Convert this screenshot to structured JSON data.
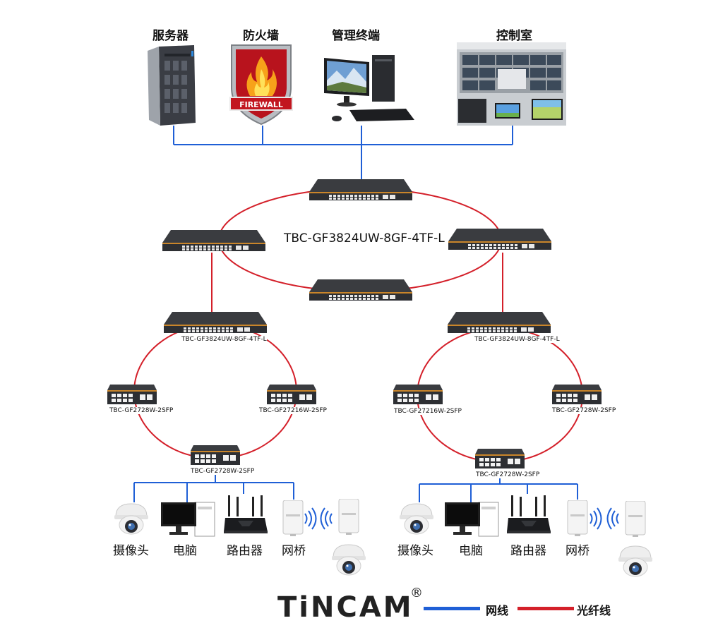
{
  "top_labels": {
    "server": "服务器",
    "firewall": "防火墙",
    "terminal": "管理终端",
    "control_room": "控制室"
  },
  "firewall_badge": "FIREWALL",
  "core_ring_label": "TBC-GF3824UW-8GF-4TF-L",
  "distribution": {
    "left": "TBC-GF3824UW-8GF-4TF-L",
    "right": "TBC-GF3824UW-8GF-4TF-L"
  },
  "access_left": {
    "sw_left": "TBC-GF2728W-2SFP",
    "sw_right": "TBC-GF27216W-2SFP",
    "sw_bottom": "TBC-GF2728W-2SFP"
  },
  "access_right": {
    "sw_left": "TBC-GF27216W-2SFP",
    "sw_right": "TBC-GF2728W-2SFP",
    "sw_bottom": "TBC-GF2728W-2SFP"
  },
  "endpoints_left": {
    "camera": "摄像头",
    "pc": "电脑",
    "router": "路由器",
    "bridge": "网桥"
  },
  "endpoints_right": {
    "camera": "摄像头",
    "pc": "电脑",
    "router": "路由器",
    "bridge": "网桥"
  },
  "logo": {
    "text": "TiNCAM",
    "mark": "®"
  },
  "legend": {
    "ethernet": "网线",
    "fiber": "光纤线",
    "ethernet_color": "#1f5fd6",
    "fiber_color": "#d4202a"
  }
}
